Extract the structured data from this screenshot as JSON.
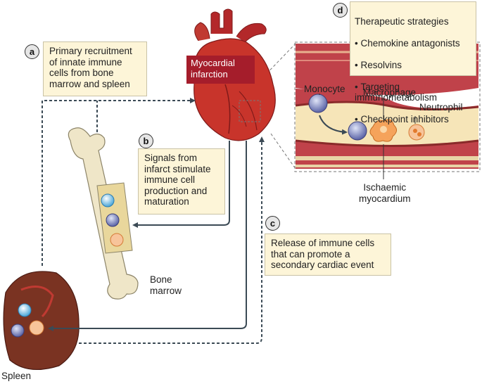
{
  "panel_a": {
    "letter": "a",
    "text": "Primary recruitment\nof innate immune\ncells from bone\nmarrow and spleen"
  },
  "panel_b": {
    "letter": "b",
    "text": "Signals from\ninfarct stimulate\nimmune cell\nproduction and\nmaturation"
  },
  "panel_c": {
    "letter": "c",
    "text": "Release of immune cells\nthat can promote a\nsecondary cardiac event"
  },
  "panel_d": {
    "letter": "d",
    "title": "Therapeutic strategies",
    "items": [
      "Chemokine antagonists",
      "Resolvins",
      "Targeting\nimmunometabolism",
      "Checkpoint inhibitors"
    ]
  },
  "labels": {
    "myocardial_infarction": "Myocardial\ninfarction",
    "monocyte": "Monocyte",
    "macrophage": "Macrophage",
    "neutrophil": "Neutrophil",
    "ischaemic_myocardium": "Ischaemic\nmyocardium",
    "bone_marrow": "Bone\nmarrow",
    "spleen": "Spleen"
  },
  "colors": {
    "heart": "#c8342b",
    "bone": "#efe6c8",
    "spleen": "#7a3322",
    "box": "#fdf5d8",
    "mi_label": "#a51d2b",
    "monocyte": "#8a94c8",
    "neutrophil": "#f29a4a"
  }
}
